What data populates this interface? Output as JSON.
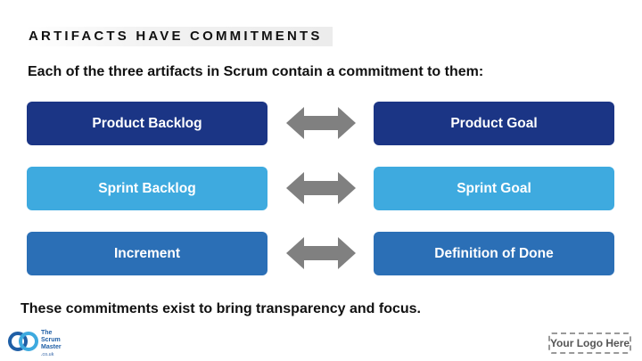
{
  "slide": {
    "title": "ARTIFACTS HAVE COMMITMENTS",
    "intro": "Each of the three artifacts in Scrum contain a commitment to them:",
    "footer": "These commitments exist to bring transparency and focus."
  },
  "pairs": [
    {
      "artifact": "Product Backlog",
      "commitment": "Product Goal",
      "color": "#1b3585"
    },
    {
      "artifact": "Sprint Backlog",
      "commitment": "Sprint Goal",
      "color": "#3eaadf"
    },
    {
      "artifact": "Increment",
      "commitment": "Definition of Done",
      "color": "#2b6fb6"
    }
  ],
  "colors": {
    "arrow": "#808080",
    "logo_primary": "#1f5fa6",
    "logo_secondary": "#3eaadf"
  },
  "logo": {
    "line1": "The",
    "line2": "Scrum",
    "line3": "Master",
    "line4": ".co.uk"
  },
  "placeholder_logo": {
    "label": "Your Logo Here"
  }
}
